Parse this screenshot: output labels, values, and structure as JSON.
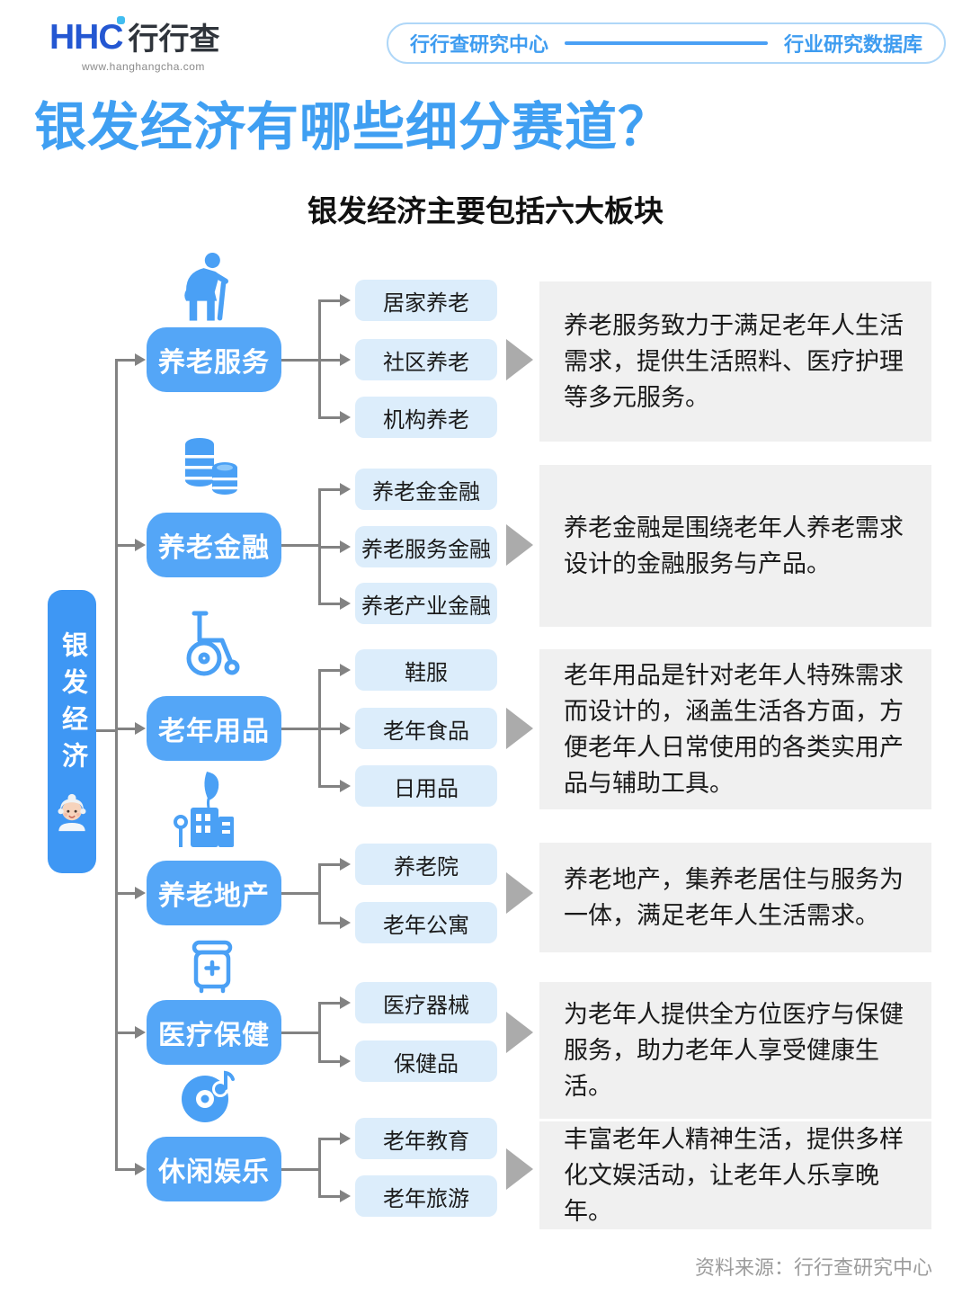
{
  "header": {
    "logo_text": "HHC",
    "logo_cn": "行行查",
    "logo_url": "www.hanghangcha.com",
    "badge_left": "行行查研究中心",
    "badge_right": "行业研究数据库"
  },
  "title": "银发经济有哪些细分赛道？",
  "subtitle": "银发经济主要包括六大板块",
  "root_label": "银发经济",
  "branches": [
    {
      "label": "养老服务",
      "icon": "elderly-person-icon",
      "items": [
        "居家养老",
        "社区养老",
        "机构养老"
      ],
      "description": "养老服务致力于满足老年人生活需求，提供生活照料、医疗护理等多元服务。"
    },
    {
      "label": "养老金融",
      "icon": "coins-icon",
      "items": [
        "养老金金融",
        "养老服务金融",
        "养老产业金融"
      ],
      "description": "养老金融是围绕老年人养老需求设计的金融服务与产品。"
    },
    {
      "label": "老年用品",
      "icon": "wheelchair-icon",
      "items": [
        "鞋服",
        "老年食品",
        "日用品"
      ],
      "description": "老年用品是针对老年人特殊需求而设计的，涵盖生活各方面，方便老年人日常使用的各类实用产品与辅助工具。"
    },
    {
      "label": "养老地产",
      "icon": "building-icon",
      "items": [
        "养老院",
        "老年公寓"
      ],
      "description": "养老地产，集养老居住与服务为一体，满足老年人生活需求。"
    },
    {
      "label": "医疗保健",
      "icon": "medkit-icon",
      "items": [
        "医疗器械",
        "保健品"
      ],
      "description": "为老年人提供全方位医疗与保健服务，助力老年人享受健康生活。"
    },
    {
      "label": "休闲娱乐",
      "icon": "music-disc-icon",
      "items": [
        "老年教育",
        "老年旅游"
      ],
      "description": "丰富老年人精神生活，提供多样化文娱活动，让老年人乐享晚年。"
    }
  ],
  "footer_source": "资料来源：行行查研究中心",
  "colors": {
    "title_blue": "#3F9FF2",
    "node_blue": "#54A6F7",
    "root_blue": "#3E97F4",
    "item_bg": "#DCEDFB",
    "desc_bg": "#F0F0F0",
    "connector_gray": "#828282",
    "flow_arrow_gray": "#ABABAB",
    "badge_blue": "#3E9CF0"
  }
}
